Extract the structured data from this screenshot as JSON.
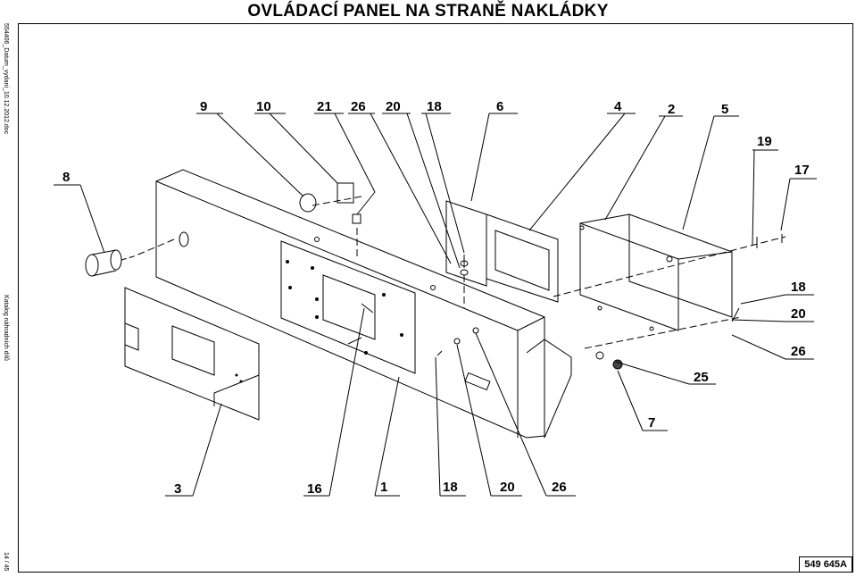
{
  "title": "OVLÁDACÍ PANEL NA STRANĚ NAKLÁDKY",
  "side_texts": {
    "top": "554406_Datum_vydani_10.12.2012.doc",
    "middle": "Katalog náhradních dílů",
    "bottom": "14 / 45"
  },
  "doc_number": "549 645A",
  "callouts": {
    "c9": "9",
    "c10": "10",
    "c21": "21",
    "c26a": "26",
    "c20a": "20",
    "c18a": "18",
    "c6": "6",
    "c4": "4",
    "c2": "2",
    "c5": "5",
    "c19": "19",
    "c8": "8",
    "c17": "17",
    "c18r": "18",
    "c20r": "20",
    "c26r": "26",
    "c25": "25",
    "c7": "7",
    "c3": "3",
    "c16": "16",
    "c1": "1",
    "c18b": "18",
    "c20b": "20",
    "c26b": "26"
  }
}
